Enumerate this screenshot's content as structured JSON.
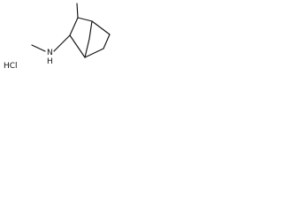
{
  "molecule": {
    "labels": {
      "amine": "N",
      "amine_h": "H",
      "salt": "HCl"
    }
  }
}
